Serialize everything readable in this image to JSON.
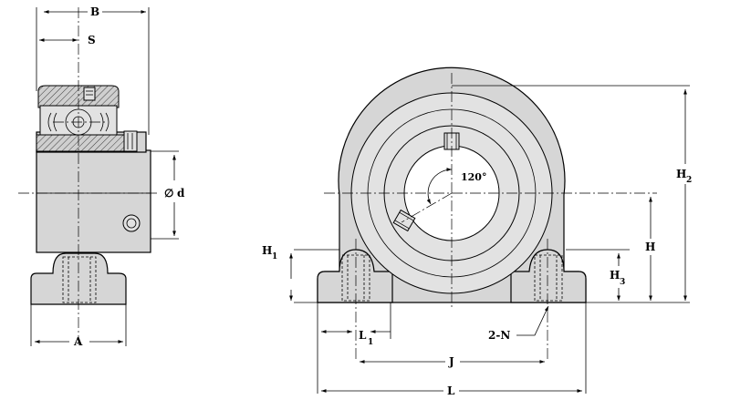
{
  "labels": {
    "B": "B",
    "S": "S",
    "d_symbol": "∅",
    "d": "d",
    "A": "A",
    "H1_main": "H",
    "H1_sub": "1",
    "L1_main": "L",
    "L1_sub": "1",
    "J": "J",
    "L": "L",
    "N": "2-N",
    "H": "H",
    "H2_main": "H",
    "H2_sub": "2",
    "H3_main": "H",
    "H3_sub": "3",
    "angle": "120°"
  }
}
